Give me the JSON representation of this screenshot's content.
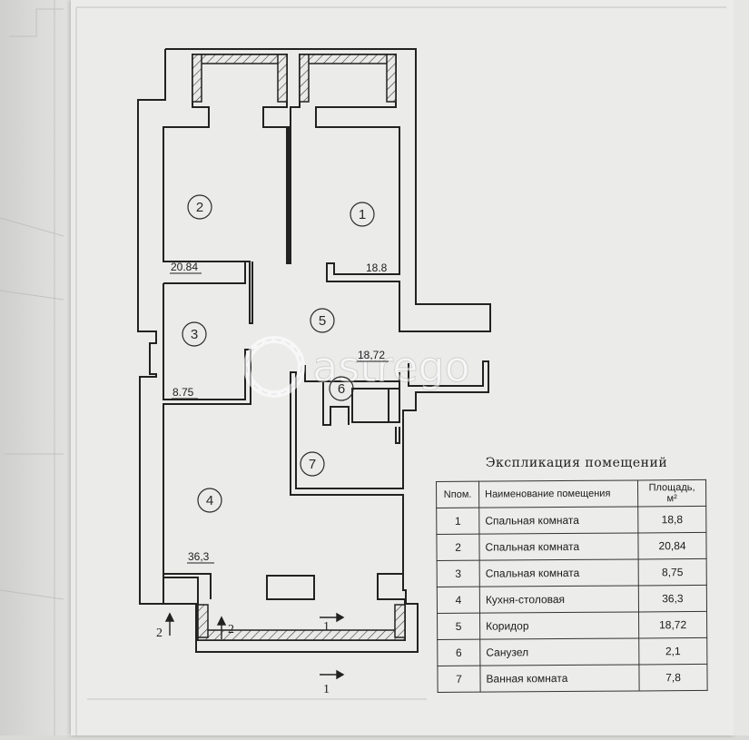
{
  "plan": {
    "rooms": [
      {
        "number": "1",
        "area": "18.8"
      },
      {
        "number": "2",
        "area": "20.84"
      },
      {
        "number": "3",
        "area": "8.75"
      },
      {
        "number": "4",
        "area": "36,3"
      },
      {
        "number": "5",
        "area": "18,72"
      },
      {
        "number": "6"
      },
      {
        "number": "7"
      }
    ],
    "section_marks": [
      "1",
      "1",
      "2",
      "2"
    ],
    "watermark": "astrego"
  },
  "explication": {
    "title": "Экспликация помещений",
    "headers": {
      "number": "Nпом.",
      "name": "Наименование помещения",
      "area": "Площадь, м²"
    },
    "rows": [
      {
        "number": "1",
        "name": "Спальная комната",
        "area": "18,8"
      },
      {
        "number": "2",
        "name": "Спальная комната",
        "area": "20,84"
      },
      {
        "number": "3",
        "name": "Спальная комната",
        "area": "8,75"
      },
      {
        "number": "4",
        "name": "Кухня-столовая",
        "area": "36,3"
      },
      {
        "number": "5",
        "name": "Коридор",
        "area": "18,72"
      },
      {
        "number": "6",
        "name": "Санузел",
        "area": "2,1"
      },
      {
        "number": "7",
        "name": "Ванная комната",
        "area": "7,8"
      }
    ]
  }
}
